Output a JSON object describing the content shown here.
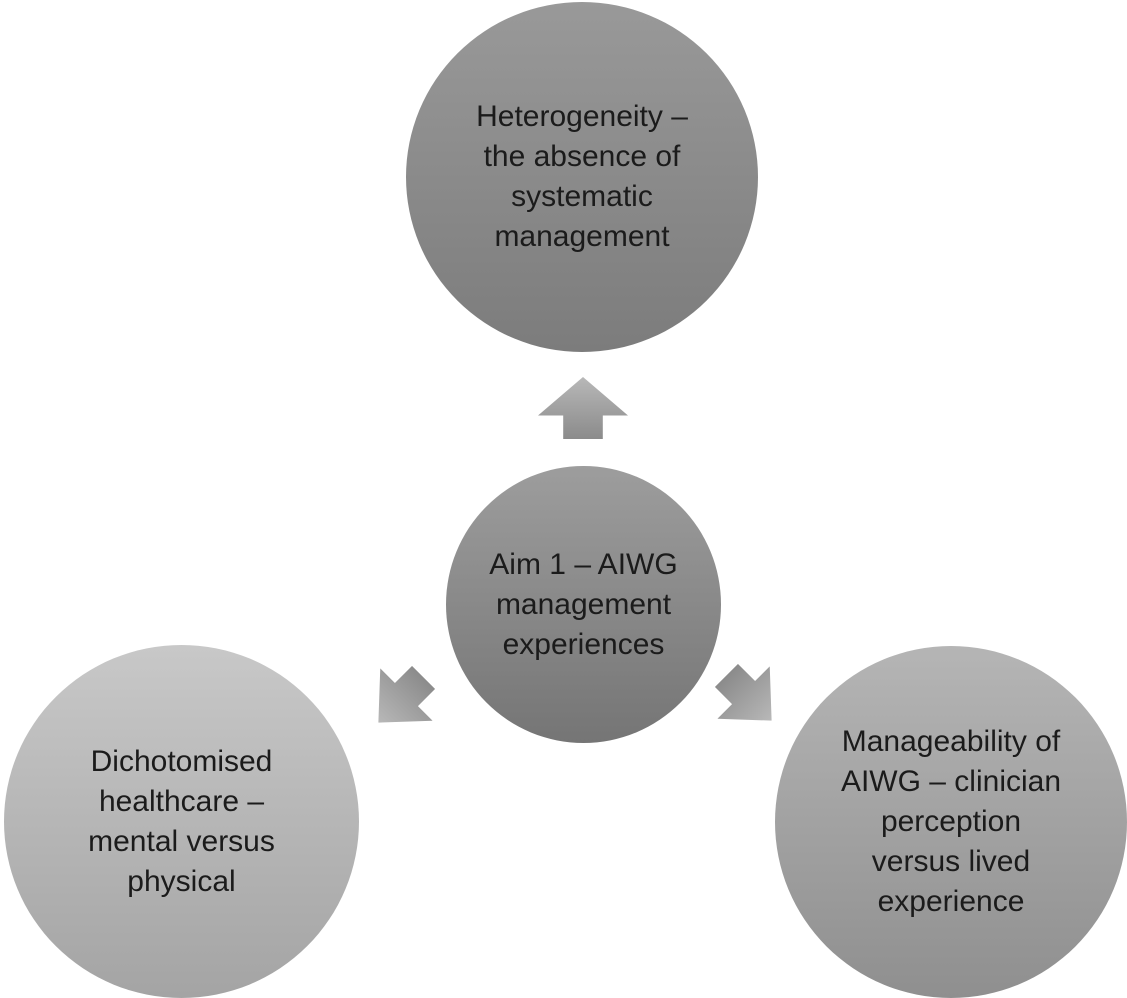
{
  "diagram": {
    "background": "#ffffff",
    "text_color": "#1b1b1b",
    "nodes": {
      "center": {
        "label": "Aim 1 – AIWG management experiences",
        "lines": [
          "Aim 1 – AIWG",
          "management",
          "experiences"
        ],
        "fill_top": "#9d9d9d",
        "fill_bottom": "#757575"
      },
      "top": {
        "label": "Heterogeneity – the absence of systematic management",
        "lines": [
          "Heterogeneity –",
          "the absence of",
          "systematic",
          "management"
        ],
        "fill_top": "#999999",
        "fill_bottom": "#7c7c7c"
      },
      "bottom_left": {
        "label": "Dichotomised healthcare – mental versus physical",
        "lines": [
          "Dichotomised",
          "healthcare –",
          "mental versus",
          "physical"
        ],
        "fill_top": "#c8c8c8",
        "fill_bottom": "#a4a4a4"
      },
      "bottom_right": {
        "label": "Manageability of AIWG – clinician perception versus lived experience",
        "lines": [
          "Manageability of",
          "AIWG – clinician",
          "perception",
          "versus lived",
          "experience"
        ],
        "fill_top": "#b5b5b5",
        "fill_bottom": "#8f8f8f"
      }
    },
    "arrows": {
      "up": {
        "fill_top": "#b8b8b8",
        "fill_bottom": "#8b8b8b"
      },
      "down_left": {
        "fill_top": "#b8b8b8",
        "fill_bottom": "#8b8b8b"
      },
      "down_right": {
        "fill_top": "#b8b8b8",
        "fill_bottom": "#8b8b8b"
      }
    }
  }
}
